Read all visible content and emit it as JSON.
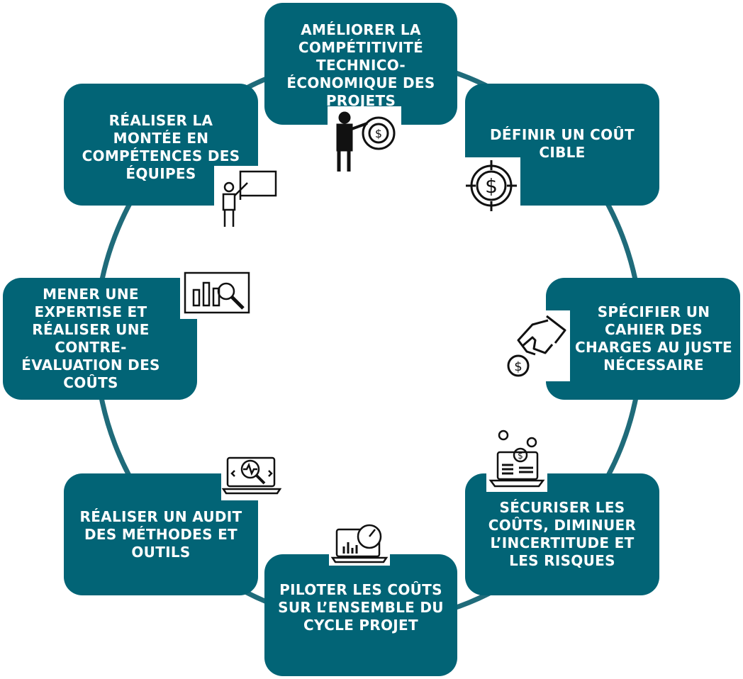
{
  "diagram": {
    "accent_color": "#026476",
    "ring_color": "#1f6b7a",
    "steps": [
      {
        "id": "competitivite",
        "label": "AMÉLIORER LA COMPÉTITIVITÉ TECHNICO-ÉCONOMIQUE DES PROJETS",
        "icon": "presenter-target-icon"
      },
      {
        "id": "cout-cible",
        "label": "DÉFINIR UN COÛT CIBLE",
        "icon": "dollar-target-icon"
      },
      {
        "id": "cahier-charges",
        "label": "SPÉCIFIER UN CAHIER DES CHARGES AU JUSTE NÉCESSAIRE",
        "icon": "hand-coin-icon"
      },
      {
        "id": "securiser",
        "label": "SÉCURISER LES COÛTS, DIMINUER L’INCERTITUDE ET LES RISQUES",
        "icon": "laptop-dollar-icon"
      },
      {
        "id": "piloter",
        "label": "PILOTER LES COÛTS SUR L’ENSEMBLE DU CYCLE PROJET",
        "icon": "laptop-gauge-icon"
      },
      {
        "id": "audit",
        "label": "RÉALISER UN AUDIT DES MÉTHODES ET OUTILS",
        "icon": "laptop-search-icon"
      },
      {
        "id": "expertise",
        "label": "MENER UNE EXPERTISE ET RÉALISER UNE CONTRE-ÉVALUATION DES COÛTS",
        "icon": "chart-magnifier-icon"
      },
      {
        "id": "competences",
        "label": "RÉALISER LA MONTÉE EN COMPÉTENCES DES ÉQUIPES",
        "icon": "teacher-board-icon"
      }
    ]
  }
}
